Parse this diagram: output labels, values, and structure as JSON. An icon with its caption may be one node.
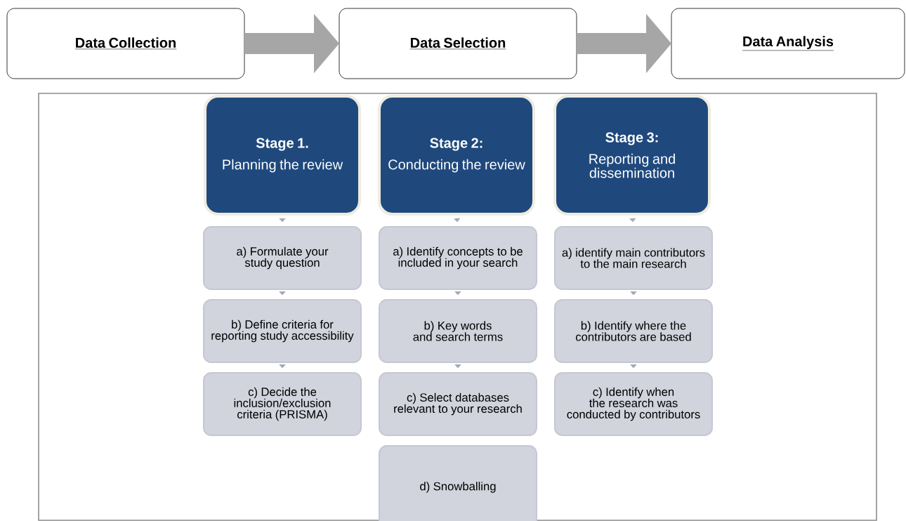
{
  "diagram": {
    "nodes": [
      {
        "text": [
          "Data Collection"
        ]
      },
      {
        "text": [
          "Data Selection"
        ]
      },
      {
        "text": [
          "Data Analysis"
        ]
      },
      {
        "text": [],
        "shape": "box"
      },
      {
        "text": [
          "Stage 1.",
          "Planning the review"
        ],
        "in": 3
      },
      {
        "text": [
          "a) Formulate your study question"
        ],
        "in": 3
      },
      {
        "text": [
          "b) Define criteria for reporting study accessibility"
        ],
        "in": 3
      },
      {
        "text": [
          "c) Decide the inclusion/exclusion criteria (PRISMA)"
        ],
        "in": 3
      },
      {
        "text": [
          "Stage 2:",
          "Conducting the review"
        ],
        "in": 3
      },
      {
        "text": [
          "a) Identify concepts to be included in your search"
        ],
        "in": 3
      },
      {
        "text": [
          "b) Key words and search terms"
        ],
        "in": 3
      },
      {
        "text": [
          "c) Select databases relevant to your research"
        ],
        "in": 3
      },
      {
        "text": [
          "d) Snowballing"
        ],
        "in": 3
      },
      {
        "text": [
          "Stage 3:",
          "Reporting and dissemination"
        ],
        "in": 3
      },
      {
        "text": [
          "a) identify main contributors to the main research"
        ],
        "in": 3
      },
      {
        "text": [
          "b) Identify where the contributors are based"
        ],
        "in": 3
      },
      {
        "text": [
          "c) Identify when the research was conducted by contributors"
        ],
        "in": 3
      }
    ],
    "edges": [
      {
        "from": 0,
        "to": 1,
        "arrow": "to",
        "style": "thick"
      },
      {
        "from": 1,
        "to": 2,
        "arrow": "to",
        "style": "thick"
      },
      {
        "from": 4,
        "to": 5,
        "arrow": "to"
      },
      {
        "from": 5,
        "to": 6,
        "arrow": "to"
      },
      {
        "from": 6,
        "to": 7,
        "arrow": "to"
      },
      {
        "from": 8,
        "to": 9,
        "arrow": "to"
      },
      {
        "from": 9,
        "to": 10,
        "arrow": "to"
      },
      {
        "from": 10,
        "to": 11,
        "arrow": "to"
      },
      {
        "from": 13,
        "to": 14,
        "arrow": "to"
      },
      {
        "from": 14,
        "to": 15,
        "arrow": "to"
      },
      {
        "from": 15,
        "to": 16,
        "arrow": "to"
      }
    ]
  }
}
